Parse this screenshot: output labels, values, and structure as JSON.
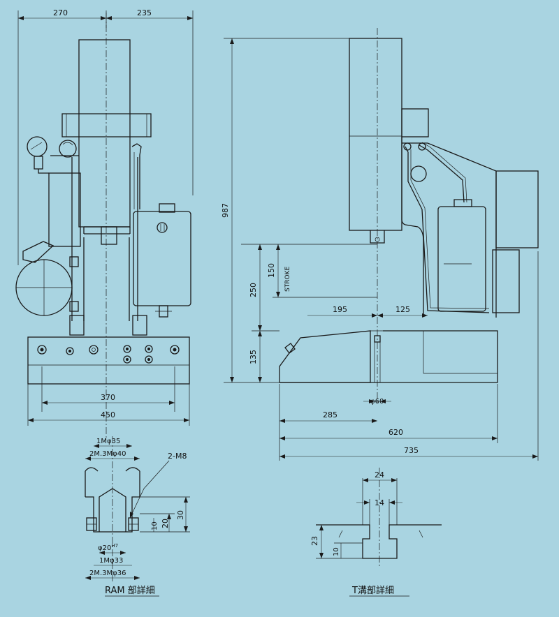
{
  "front_view": {
    "dims": {
      "top_left": "270",
      "top_right": "235",
      "inner_width": "370",
      "outer_width": "450"
    }
  },
  "side_view": {
    "dims": {
      "height": "987",
      "ram_clearance": "250",
      "stroke": "150",
      "stroke_label": "STROKE",
      "base_height": "135",
      "throat": "195",
      "throat_right": "125",
      "bore": "φ60",
      "to_center": "285",
      "base_depth": "620",
      "overall_depth": "735"
    }
  },
  "ram_detail": {
    "title": "RAM 部詳細",
    "dims": {
      "d1": "1Mφ35",
      "d2": "2M.3Mφ40",
      "tap": "2-M8",
      "h10": "10",
      "h20": "20",
      "h30": "30",
      "bore_main": "φ20",
      "bore_tol": "H7",
      "d3": "1Mφ33",
      "d4": "2M.3Mφ36"
    }
  },
  "tslot_detail": {
    "title": "T溝部詳細",
    "dims": {
      "w24": "24",
      "w14": "14",
      "h23": "23",
      "h10": "10"
    }
  }
}
